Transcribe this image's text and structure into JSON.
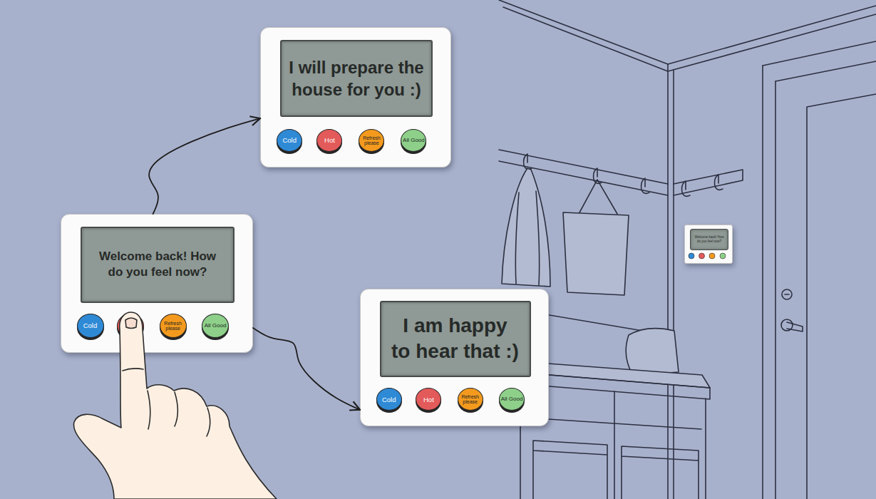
{
  "diagram": {
    "nodes": [
      {
        "text": [
          "I will prepare the house for you :)"
        ]
      },
      {
        "text": [
          "Cold"
        ],
        "in": 0
      },
      {
        "text": [
          "Hot"
        ],
        "in": 0
      },
      {
        "text": [
          "Refresh please"
        ],
        "in": 0
      },
      {
        "text": [
          "All Good"
        ],
        "in": 0
      },
      {
        "text": [
          "Welcome back! How do you feel now?"
        ]
      },
      {
        "text": [
          "Cold"
        ],
        "in": 5
      },
      {
        "text": [
          "Hot"
        ],
        "in": 5
      },
      {
        "text": [
          "Refresh please"
        ],
        "in": 5
      },
      {
        "text": [
          "All Good"
        ],
        "in": 5
      },
      {
        "text": [
          "I am happy to hear that :)"
        ]
      },
      {
        "text": [
          "Cold"
        ],
        "in": 10
      },
      {
        "text": [
          "Hot"
        ],
        "in": 10
      },
      {
        "text": [
          "Refresh please"
        ],
        "in": 10
      },
      {
        "text": [
          "All Good"
        ],
        "in": 10
      },
      {
        "text": [
          "Welcome back! How do you feel now?"
        ]
      }
    ],
    "edges": [
      {
        "from": 5,
        "to": 0,
        "arrow": "to"
      },
      {
        "from": 5,
        "to": 10,
        "arrow": "to"
      }
    ]
  }
}
